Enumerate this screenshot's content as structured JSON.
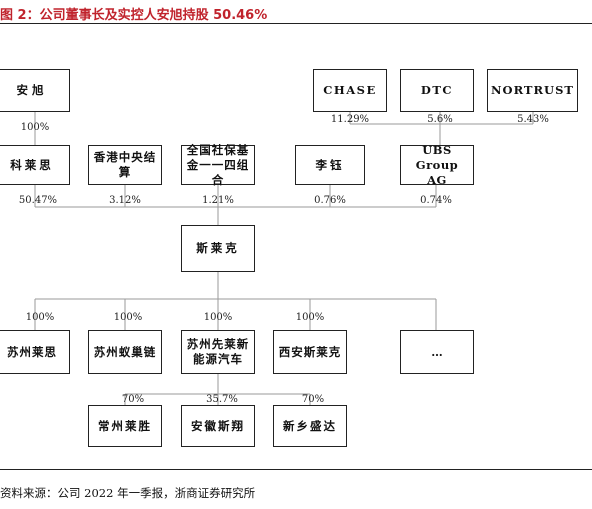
{
  "title": "图 2：公司董事长及实控人安旭持股 50.46%",
  "source": "资料来源：公司 2022 年一季报，浙商证券研究所",
  "nodes": {
    "anxu": "安旭",
    "chase": "CHASE",
    "dtc": "DTC",
    "nortrust": "NORTRUST",
    "kelaisi": "科莱思",
    "hkscc": "香港中央结算",
    "ssf": "全国社保基金一一四组合",
    "liyu": "李钰",
    "ubs": "UBS Group AG",
    "sinco": "斯莱克",
    "suzhou_laisi": "苏州莱思",
    "suzhou_yichao": "苏州蚁巢链",
    "suzhou_xianlai": "苏州先莱新能源汽车",
    "xian_sinco": "西安斯莱克",
    "more": "…",
    "changzhou": "常州莱胜",
    "anhui": "安徽斯翔",
    "xinxiang": "新乡盛达"
  },
  "percentages": {
    "anxu_kelaisi": "100%",
    "chase_ubs": "11.29%",
    "dtc_ubs": "5.6%",
    "nortrust_ubs": "5.43%",
    "kelaisi_sinco": "50.47%",
    "hkscc_sinco": "3.12%",
    "ssf_sinco": "1.21%",
    "liyu_sinco": "0.76%",
    "ubs_sinco": "0.74%",
    "sinco_suzhou_laisi": "100%",
    "sinco_suzhou_yichao": "100%",
    "sinco_suzhou_xianlai": "100%",
    "sinco_xian": "100%",
    "xianlai_changzhou": "70%",
    "xianlai_anhui": "35.7%",
    "xianlai_xinxiang": "70%"
  }
}
